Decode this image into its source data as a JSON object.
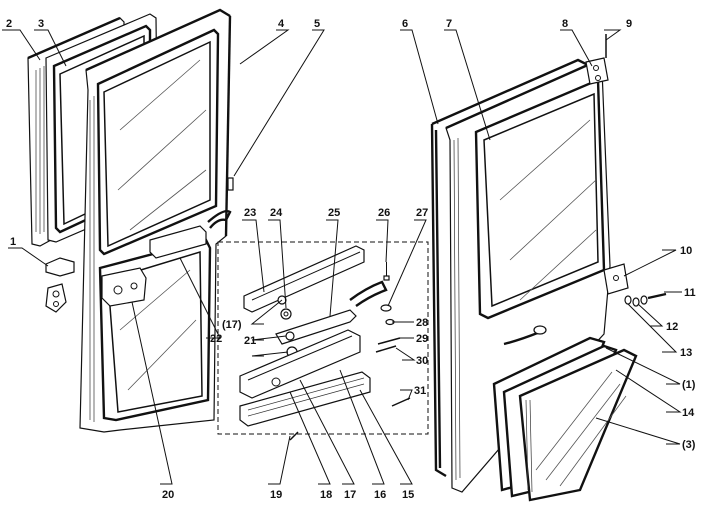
{
  "labels": {
    "l1": "1",
    "l2": "2",
    "l3": "3",
    "l4": "4",
    "l5": "5",
    "l6": "6",
    "l7": "7",
    "l8": "8",
    "l9": "9",
    "l10": "10",
    "l11": "11",
    "l12": "12",
    "l13": "13",
    "l1p": "(1)",
    "l14": "14",
    "l3p": "(3)",
    "l15": "15",
    "l16": "16",
    "l17": "17",
    "l18": "18",
    "l19": "19",
    "l20": "20",
    "l21": "21",
    "l22": "22",
    "l17p": "(17)",
    "l23": "23",
    "l24": "24",
    "l25": "25",
    "l26": "26",
    "l27": "27",
    "l28": "28",
    "l29": "29",
    "l30": "30",
    "l31": "31"
  }
}
